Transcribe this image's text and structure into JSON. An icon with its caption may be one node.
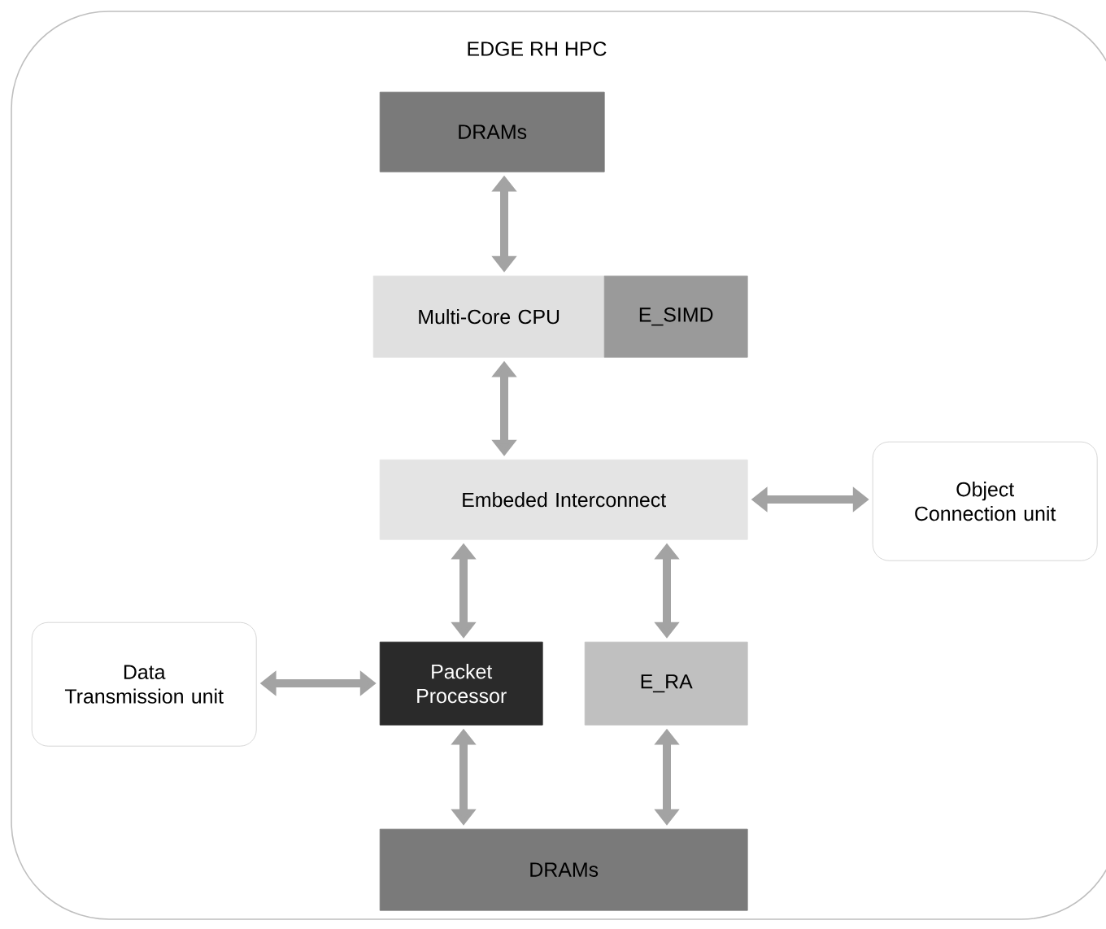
{
  "diagram": {
    "nodes": [
      {
        "text": [
          "EDGE RH HPC"
        ]
      },
      {
        "text": [
          "DRAMs"
        ],
        "in": 0
      },
      {
        "text": [
          "Multi-Core CPU"
        ],
        "in": 0
      },
      {
        "text": [
          "E_SIMD"
        ],
        "in": 0
      },
      {
        "text": [
          "Embeded Interconnect"
        ],
        "in": 0
      },
      {
        "text": [
          "Object Connection unit"
        ],
        "in": 0
      },
      {
        "text": [
          "Data Transmission unit"
        ],
        "in": 0
      },
      {
        "text": [
          "Packet Processor"
        ],
        "in": 0
      },
      {
        "text": [
          "E_RA"
        ],
        "in": 0
      },
      {
        "text": [
          "DRAMs"
        ],
        "in": 0
      }
    ],
    "edges": [
      {
        "from": 1,
        "to": 2,
        "arrow": "both"
      },
      {
        "from": 2,
        "to": 4,
        "arrow": "both"
      },
      {
        "from": 4,
        "to": 5,
        "arrow": "both"
      },
      {
        "from": 4,
        "to": 7,
        "arrow": "both"
      },
      {
        "from": 4,
        "to": 8,
        "arrow": "both"
      },
      {
        "from": 6,
        "to": 7,
        "arrow": "both"
      },
      {
        "from": 7,
        "to": 9,
        "arrow": "both"
      },
      {
        "from": 8,
        "to": 9,
        "arrow": "both"
      }
    ]
  }
}
